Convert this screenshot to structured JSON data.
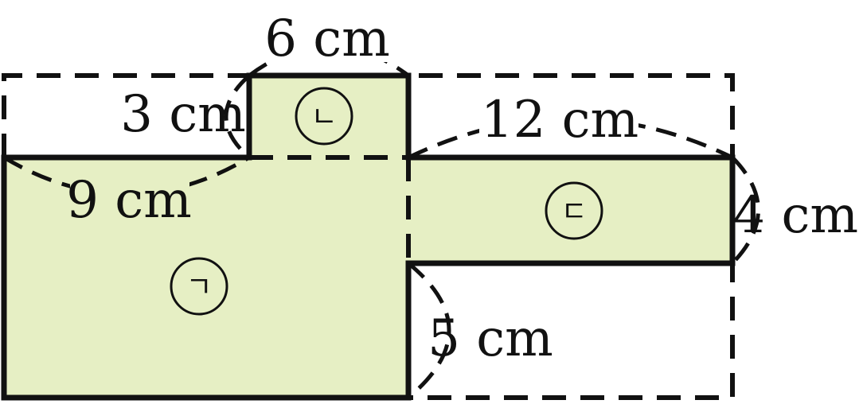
{
  "colors": {
    "fill": "#e6efc4",
    "stroke": "#111111"
  },
  "dimensions": {
    "top_width": "6 cm",
    "notch_height": "3 cm",
    "left_width": "9 cm",
    "right_width": "12 cm",
    "right_height": "4 cm",
    "lower_gap": "5 cm"
  },
  "regions": {
    "a": "ㄱ",
    "b": "ㄴ",
    "c": "ㄷ"
  }
}
